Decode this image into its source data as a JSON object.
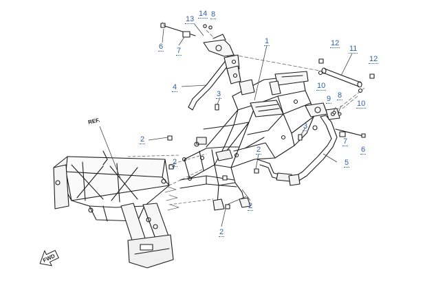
{
  "diagram": {
    "reference_label": "REF.",
    "forward_label": "FWD",
    "callouts": [
      {
        "id": "c1",
        "label": "1"
      },
      {
        "id": "c2a",
        "label": "2"
      },
      {
        "id": "c2b",
        "label": "2"
      },
      {
        "id": "c2c",
        "label": "2"
      },
      {
        "id": "c2d",
        "label": "2"
      },
      {
        "id": "c2e",
        "label": "2"
      },
      {
        "id": "c3a",
        "label": "3"
      },
      {
        "id": "c3b",
        "label": "3"
      },
      {
        "id": "c4",
        "label": "4"
      },
      {
        "id": "c5",
        "label": "5"
      },
      {
        "id": "c6a",
        "label": "6"
      },
      {
        "id": "c6b",
        "label": "6"
      },
      {
        "id": "c7a",
        "label": "7"
      },
      {
        "id": "c7b",
        "label": "7"
      },
      {
        "id": "c8a",
        "label": "8"
      },
      {
        "id": "c8b",
        "label": "8"
      },
      {
        "id": "c9",
        "label": "9"
      },
      {
        "id": "c10a",
        "label": "10"
      },
      {
        "id": "c10b",
        "label": "10"
      },
      {
        "id": "c11",
        "label": "11"
      },
      {
        "id": "c12a",
        "label": "12"
      },
      {
        "id": "c12b",
        "label": "12"
      },
      {
        "id": "c13",
        "label": "13"
      },
      {
        "id": "c14",
        "label": "14"
      }
    ],
    "colors": {
      "callout": "#2f5fa8",
      "line": "#1a1a1a",
      "leader": "#444444"
    }
  }
}
